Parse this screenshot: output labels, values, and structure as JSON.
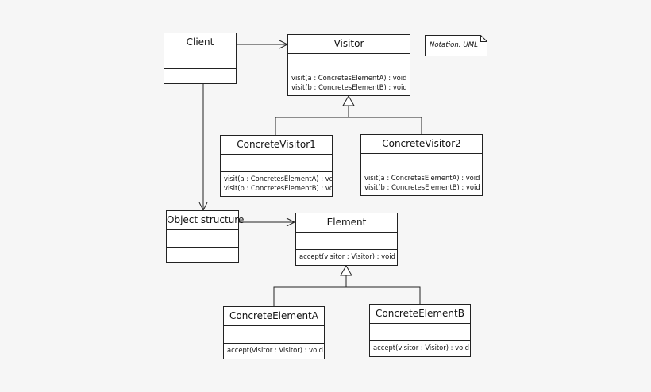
{
  "note": {
    "text": "Notation: UML"
  },
  "classes": {
    "client": {
      "name": "Client",
      "operations": []
    },
    "visitor": {
      "name": "Visitor",
      "operations": [
        "visit(a : ConcretesElementA) : void",
        "visit(b : ConcretesElementB) : void"
      ]
    },
    "concrete_visitor_1": {
      "name": "ConcreteVisitor1",
      "operations": [
        "visit(a : ConcretesElementA) : void",
        "visit(b : ConcretesElementB) : void"
      ]
    },
    "concrete_visitor_2": {
      "name": "ConcreteVisitor2",
      "operations": [
        "visit(a : ConcretesElementA) : void",
        "visit(b : ConcretesElementB) : void"
      ]
    },
    "object_structure": {
      "name": "Object structure",
      "operations": []
    },
    "element": {
      "name": "Element",
      "operations": [
        "accept(visitor : Visitor) : void"
      ]
    },
    "concrete_element_a": {
      "name": "ConcreteElementA",
      "operations": [
        "accept(visitor : Visitor) : void"
      ]
    },
    "concrete_element_b": {
      "name": "ConcreteElementB",
      "operations": [
        "accept(visitor : Visitor) : void"
      ]
    }
  }
}
